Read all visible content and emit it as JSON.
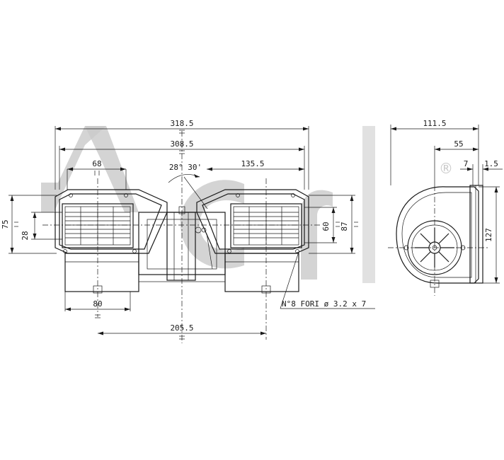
{
  "dimensions": {
    "overall_width": "318.5",
    "inner_width": "308.5",
    "outlet_width": "68",
    "outlet_angle": "28° 30'",
    "right_offset": "135.5",
    "left_height": "75",
    "outlet_height": "28",
    "right_height_a": "60",
    "right_height_b": "87",
    "base_width": "80",
    "mount_spacing": "205.5",
    "side_depth": "111.5",
    "side_partial": "55",
    "side_small_a": "7",
    "side_small_b": "1.5",
    "side_height": "127"
  },
  "annotation": {
    "holes": "N°8 FORI ø 3.2 x 7"
  },
  "watermark": {
    "text": "acr",
    "registered": "®",
    "color": "#c9c9c9"
  }
}
